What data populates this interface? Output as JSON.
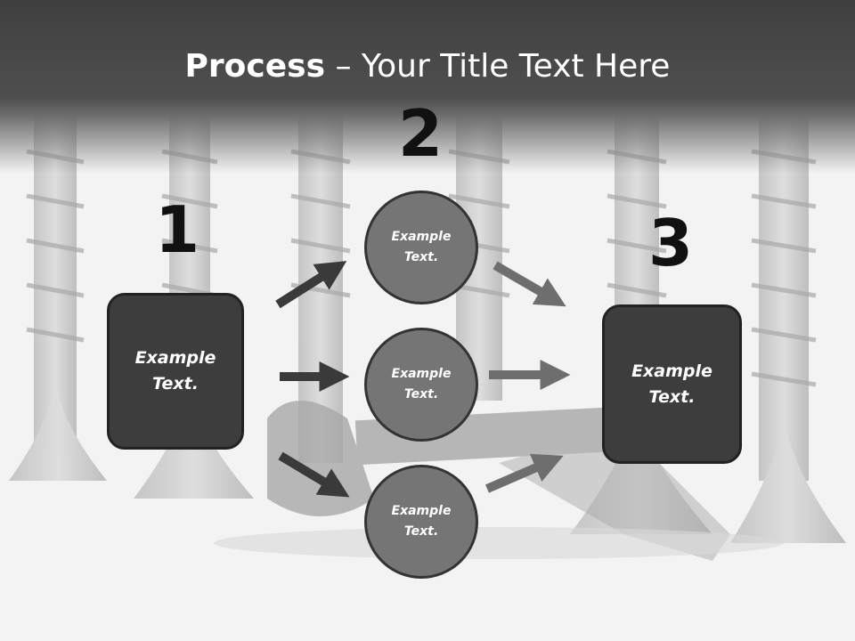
{
  "slide": {
    "title_bold": "Process",
    "title_rest": " – Your Title Text Here"
  },
  "steps": {
    "one": {
      "number": "1",
      "text": "Example Text."
    },
    "two": {
      "number": "2",
      "items": [
        "Example Text.",
        "Example Text.",
        "Example Text."
      ]
    },
    "three": {
      "number": "3",
      "text": "Example Text."
    }
  },
  "colors": {
    "title_band": "#4a4a4a",
    "box_fill": "#3d3d3d",
    "circle_fill": "#757575",
    "arrow_dark": "#3a3a3a",
    "arrow_light": "#6e6e6e"
  }
}
